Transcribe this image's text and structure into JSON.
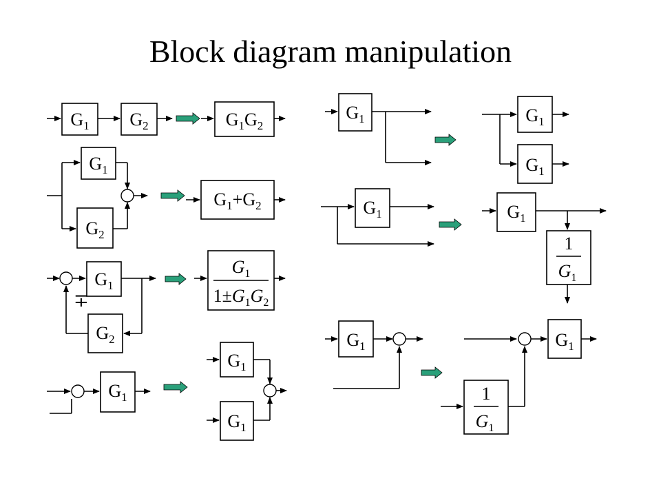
{
  "title": "Block diagram manipulation",
  "colors": {
    "transform_arrow": "#2aa07a",
    "lines": "#000000",
    "background": "#ffffff"
  },
  "labels": {
    "g1": "G1",
    "g2": "G2",
    "g1g2": "G1G2",
    "g1_plus_g2": "G1+G2",
    "feedback_num": "G1",
    "feedback_den": "1±G1G2",
    "one": "1",
    "over_g1": "G1",
    "plus_minus": "∓"
  }
}
